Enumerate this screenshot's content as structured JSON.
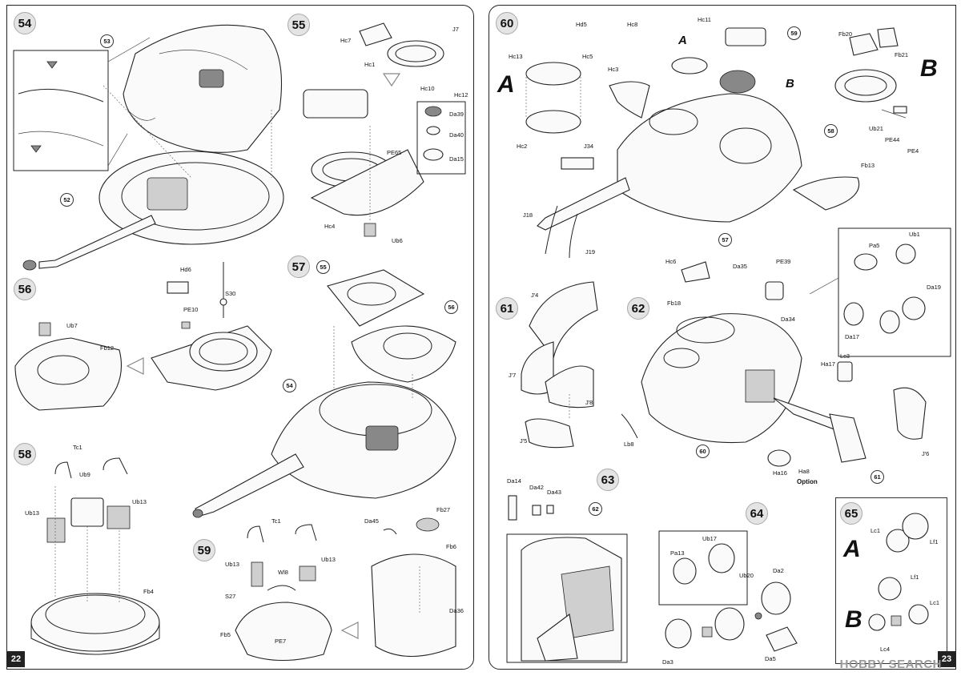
{
  "pages": {
    "left": {
      "number": "22",
      "steps": [
        {
          "num": "54",
          "labels": [
            "53",
            "52"
          ]
        },
        {
          "num": "55",
          "labels": [
            "Hc7",
            "J7",
            "Hc1",
            "Hc12",
            "Hc10",
            "Da39",
            "Da40",
            "Da15",
            "PE65",
            "Hc4",
            "Ub6"
          ]
        },
        {
          "num": "56",
          "labels": [
            "Ub7",
            "Fb12",
            "Hd6",
            "PE10",
            "S30"
          ]
        },
        {
          "num": "57",
          "labels": [
            "55",
            "56",
            "54"
          ]
        },
        {
          "num": "58",
          "labels": [
            "Tc1",
            "Ub9",
            "Ub13",
            "Ub13",
            "Fb4"
          ]
        },
        {
          "num": "59",
          "labels": [
            "Tc1",
            "Ub13",
            "Wl8",
            "Ub13",
            "S27",
            "Fb5",
            "PE7",
            "Da45",
            "Fb27",
            "Fb6",
            "Da36"
          ]
        }
      ]
    },
    "right": {
      "number": "23",
      "steps": [
        {
          "num": "60",
          "labels": [
            "Hd5",
            "Hc13",
            "Hc5",
            "Hc2",
            "Hc8",
            "Hc3",
            "Hc11",
            "59",
            "J34",
            "J18",
            "J19",
            "57",
            "Fb13"
          ]
        },
        {
          "num": "61",
          "labels": [
            "J'4",
            "J'7",
            "J'8",
            "J'5"
          ]
        },
        {
          "num": "62",
          "labels": [
            "Hc6",
            "Fb18",
            "Da35",
            "PE39",
            "Da34",
            "Pa5",
            "Ub1",
            "Da17",
            "Da19",
            "Ha17",
            "Lc3",
            "Lb8",
            "60",
            "Ha16",
            "Ha8",
            "61",
            "J'6"
          ]
        },
        {
          "num": "63",
          "labels": [
            "Da14",
            "Da42",
            "Da43",
            "62"
          ]
        },
        {
          "num": "64",
          "labels": [
            "Ub17",
            "Pa13",
            "Ub20",
            "Da2",
            "Da3",
            "Da5"
          ]
        },
        {
          "num": "65",
          "labels": [
            "Lc1",
            "Lf1",
            "Lf1",
            "Lc1",
            "Lc4"
          ]
        }
      ],
      "step60_inset": {
        "num": "58",
        "labels": [
          "Fb20",
          "Fb21",
          "Ub21",
          "PE44",
          "PE4"
        ]
      },
      "option_label": "Option",
      "variant_labels": [
        "A",
        "B",
        "A",
        "B",
        "A",
        "B"
      ]
    }
  },
  "watermark": "HOBBY SEARCH"
}
